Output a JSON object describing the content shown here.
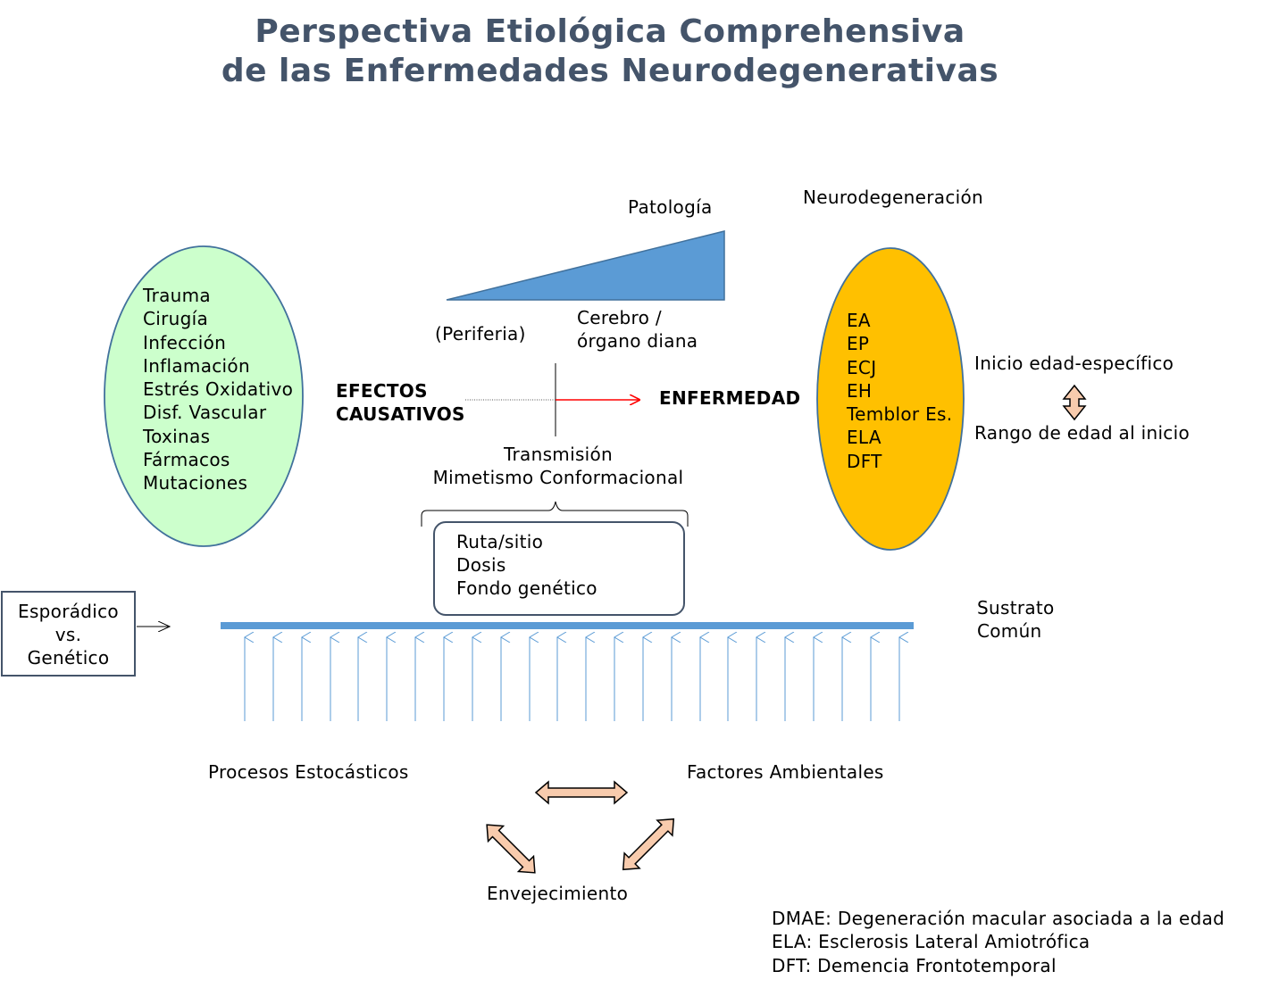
{
  "title": {
    "line1": "Perspectiva Etiológica Comprehensiva",
    "line2": "de las Enfermedades Neurodegenerativas"
  },
  "colors": {
    "title": "#44546a",
    "green_ellipse": "#ccffcc",
    "orange_ellipse": "#ffc000",
    "wedge": "#5b9bd5",
    "substrate_bar": "#5b9bd5",
    "double_arrows": "#f8cbad",
    "red_arrow": "#ff0000"
  },
  "causes": [
    "Trauma",
    "Cirugía",
    "Infección",
    "Inflamación",
    "Estrés Oxidativo",
    "Disf. Vascular",
    "Toxinas",
    "Fármacos",
    "Mutaciones"
  ],
  "diseases": [
    "EA",
    "EP",
    "ECJ",
    "EH",
    "Temblor Es.",
    "ELA",
    "DFT"
  ],
  "labels": {
    "patologia": "Patología",
    "neurodegeneracion": "Neurodegeneración",
    "periferia": "(Periferia)",
    "cerebro_line1": "Cerebro /",
    "cerebro_line2": "órgano diana",
    "efectos_line1": "EFECTOS",
    "efectos_line2": "CAUSATIVOS",
    "enfermedad": "ENFERMEDAD",
    "transmision_line1": "Transmisión",
    "transmision_line2": "Mimetismo Conformacional",
    "inicio": "Inicio edad-específico",
    "rango": "Rango de edad al inicio",
    "sustrato_line1": "Sustrato",
    "sustrato_line2": "Común",
    "procesos": "Procesos Estocásticos",
    "factores": "Factores Ambientales",
    "envejecimiento": "Envejecimiento"
  },
  "route_box": [
    "Ruta/sitio",
    "Dosis",
    "Fondo genético"
  ],
  "sporadic_box": [
    "Esporádico",
    "vs.",
    "Genético"
  ],
  "legend": [
    "DMAE: Degeneración macular asociada a la edad",
    "ELA: Esclerosis Lateral Amiotrófica",
    "DFT: Demencia Frontotemporal"
  ]
}
